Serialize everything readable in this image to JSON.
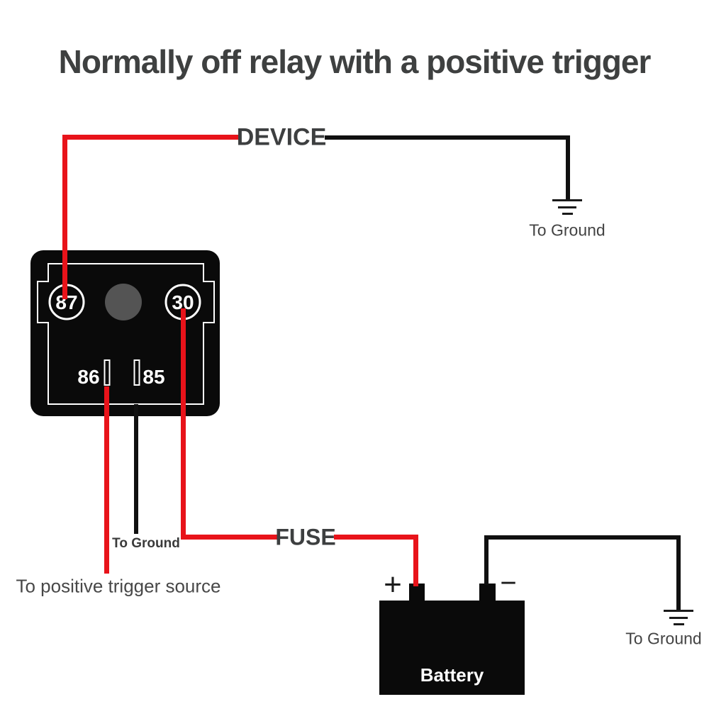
{
  "title": "Normally off relay with a positive trigger",
  "labels": {
    "device": "DEVICE",
    "fuse": "FUSE",
    "battery": "Battery",
    "to_ground_top": "To Ground",
    "to_ground_relay": "To Ground",
    "to_ground_bottom": "To Ground",
    "trigger_source": "To positive trigger source",
    "plus": "+",
    "minus": "−"
  },
  "relay": {
    "pins": {
      "p87": "87",
      "p30": "30",
      "p86": "86",
      "p85": "85"
    }
  },
  "colors": {
    "wire_red": "#e8131a",
    "wire_black": "#101010",
    "relay_body": "#0a0a0a",
    "battery_body": "#0a0a0a",
    "text_gray": "#3d3f40"
  }
}
